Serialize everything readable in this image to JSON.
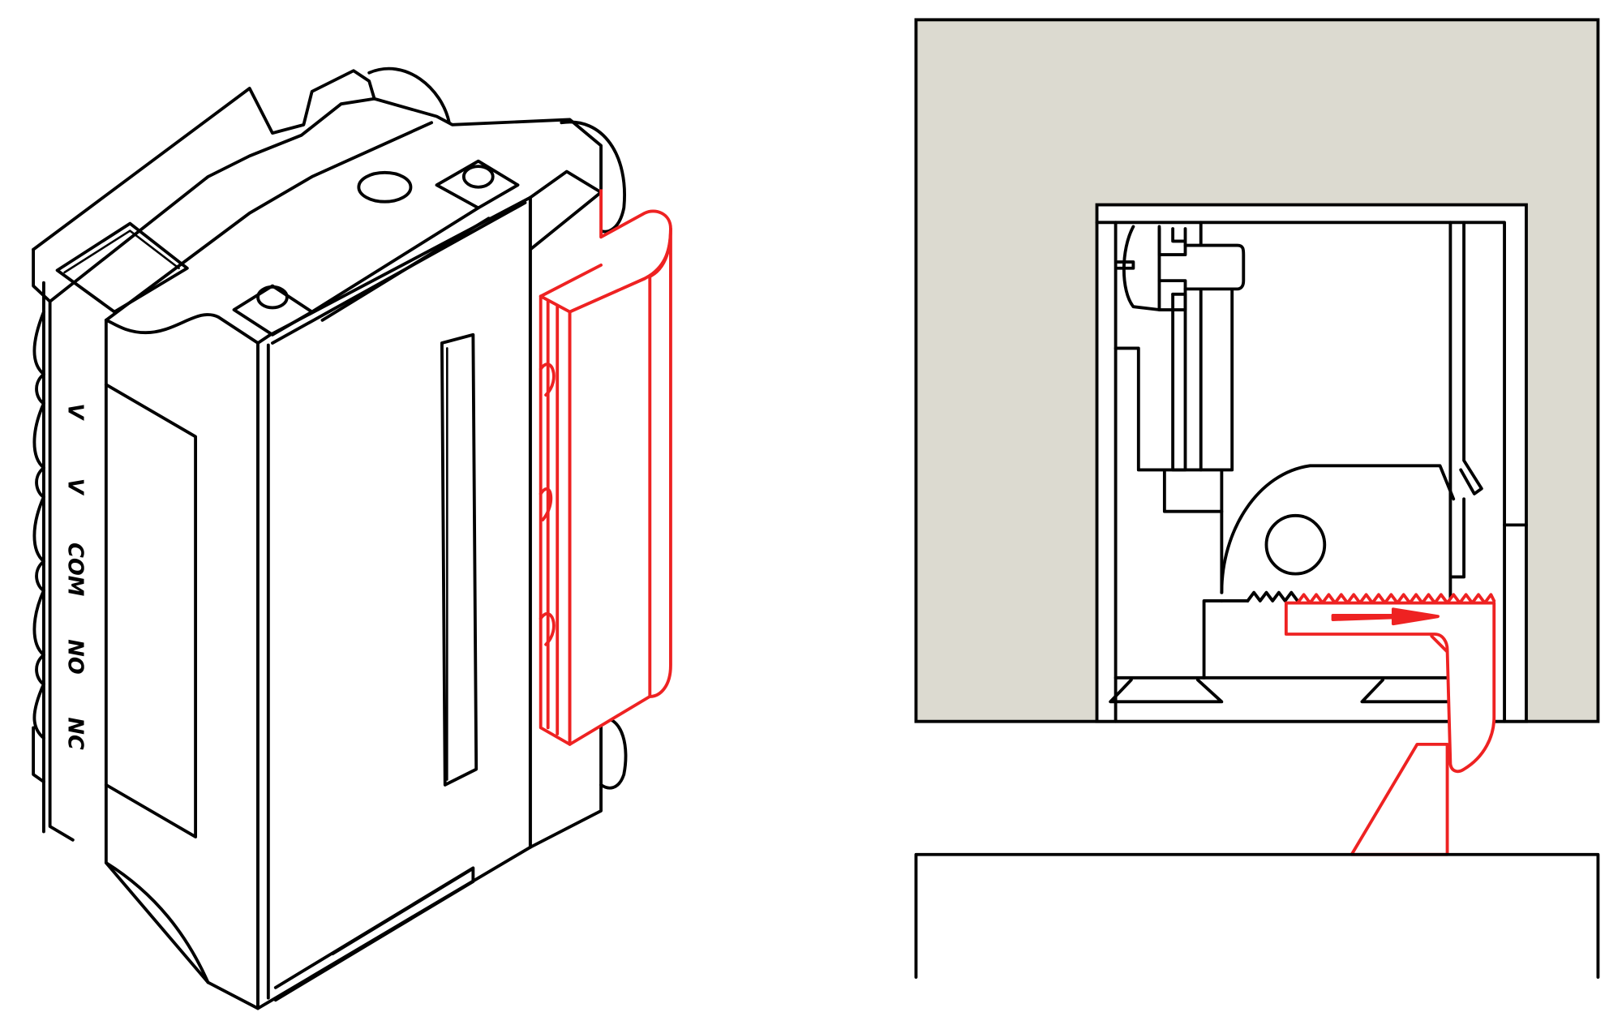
{
  "figure": {
    "left_view": {
      "description": "Isometric view of modular relay device with red removable handle",
      "terminal_labels": [
        "V",
        "V",
        "COM",
        "NO",
        "NC"
      ],
      "highlight_part": "handle"
    },
    "right_view": {
      "description": "Cross-section of device mounted in wall box with red latch slider",
      "highlight_part": "latch-slider",
      "arrow_direction": "right"
    }
  },
  "colors": {
    "line": "#000000",
    "highlight": "#ee2222",
    "wall_fill": "#dcdad0",
    "background": "#ffffff"
  }
}
